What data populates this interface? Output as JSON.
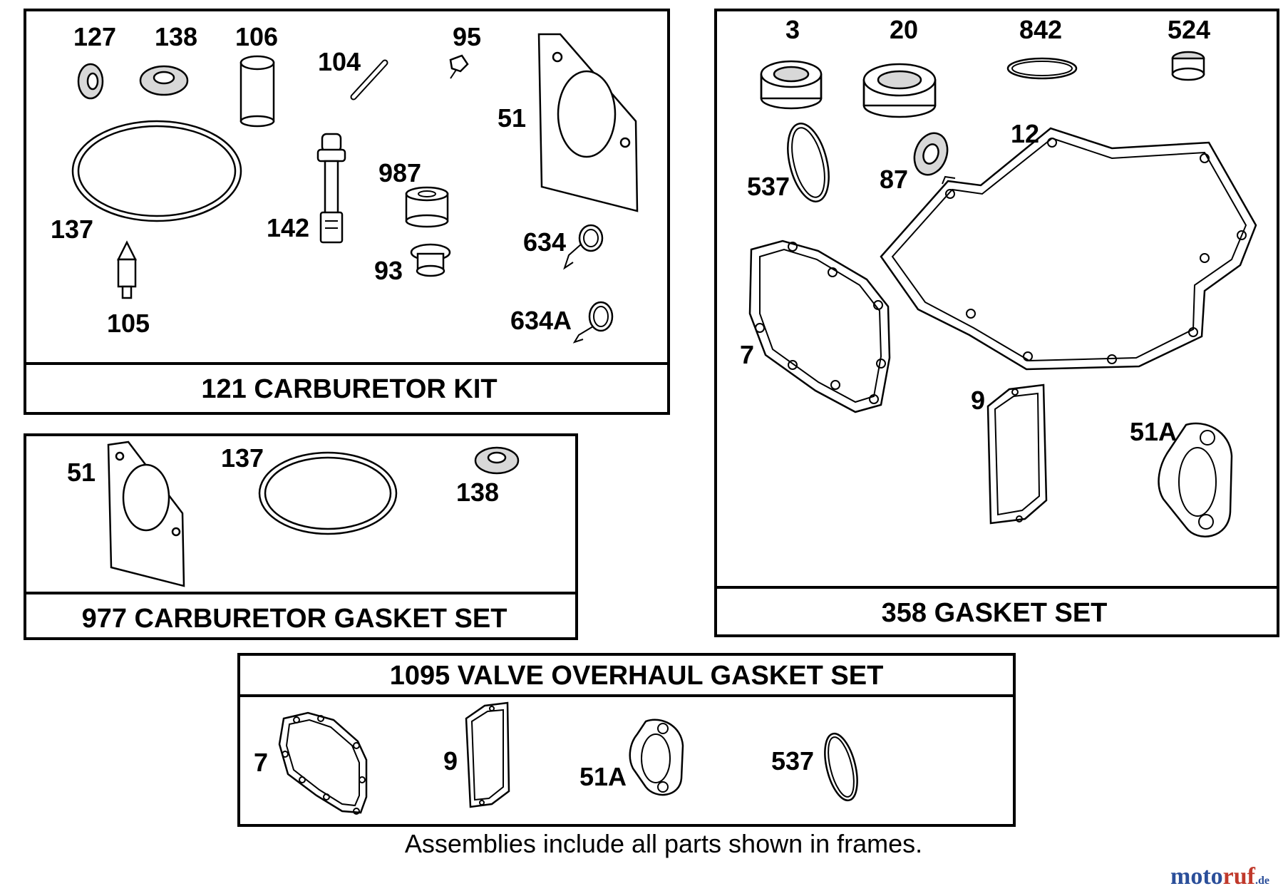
{
  "kits": {
    "carburetor_kit": {
      "title": "121 CARBURETOR KIT",
      "parts": [
        "127",
        "138",
        "106",
        "104",
        "95",
        "51",
        "137",
        "142",
        "987",
        "105",
        "93",
        "634",
        "634A"
      ]
    },
    "carburetor_gasket_set": {
      "title": "977 CARBURETOR GASKET SET",
      "parts": [
        "51",
        "137",
        "138"
      ]
    },
    "gasket_set": {
      "title": "358 GASKET SET",
      "parts": [
        "3",
        "20",
        "842",
        "524",
        "12",
        "537",
        "87",
        "7",
        "9",
        "51A"
      ]
    },
    "valve_overhaul_gasket_set": {
      "title": "1095 VALVE OVERHAUL GASKET SET",
      "parts": [
        "7",
        "9",
        "51A",
        "537"
      ]
    }
  },
  "footnote": "Assemblies include all parts shown in frames.",
  "watermark": {
    "main": "motoruf",
    "suffix": ".de"
  },
  "colors": {
    "line": "#000000",
    "part_fill": "#d8d8d8",
    "watermark_moto": "#2b4f9a",
    "watermark_ruf": "#c0392b"
  }
}
